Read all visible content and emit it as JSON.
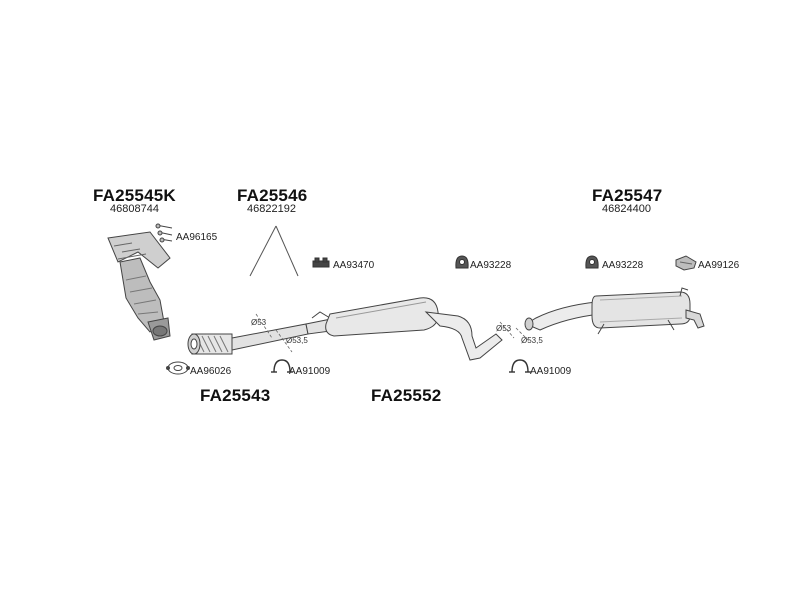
{
  "groups": {
    "manifold": {
      "code": "FA25545K",
      "oe": "46808744"
    },
    "front_pipe": {
      "code": "FA25546",
      "oe": "46822192"
    },
    "rear_silencer": {
      "code": "FA25547",
      "oe": "46824400"
    },
    "downpipe": {
      "code": "FA25543"
    },
    "middle_silencer": {
      "code": "FA25552"
    }
  },
  "parts": {
    "stud_set": "AA96165",
    "hanger_center": "AA93470",
    "rubber_mount_1": "AA93228",
    "rubber_mount_2": "AA93228",
    "bracket_rear": "AA99126",
    "gasket": "AA96026",
    "clamp_front": "AA91009",
    "clamp_rear": "AA91009"
  },
  "dimensions": {
    "d1": "Ø53",
    "d2": "Ø53,5",
    "d3": "Ø53",
    "d4": "Ø53,5"
  }
}
